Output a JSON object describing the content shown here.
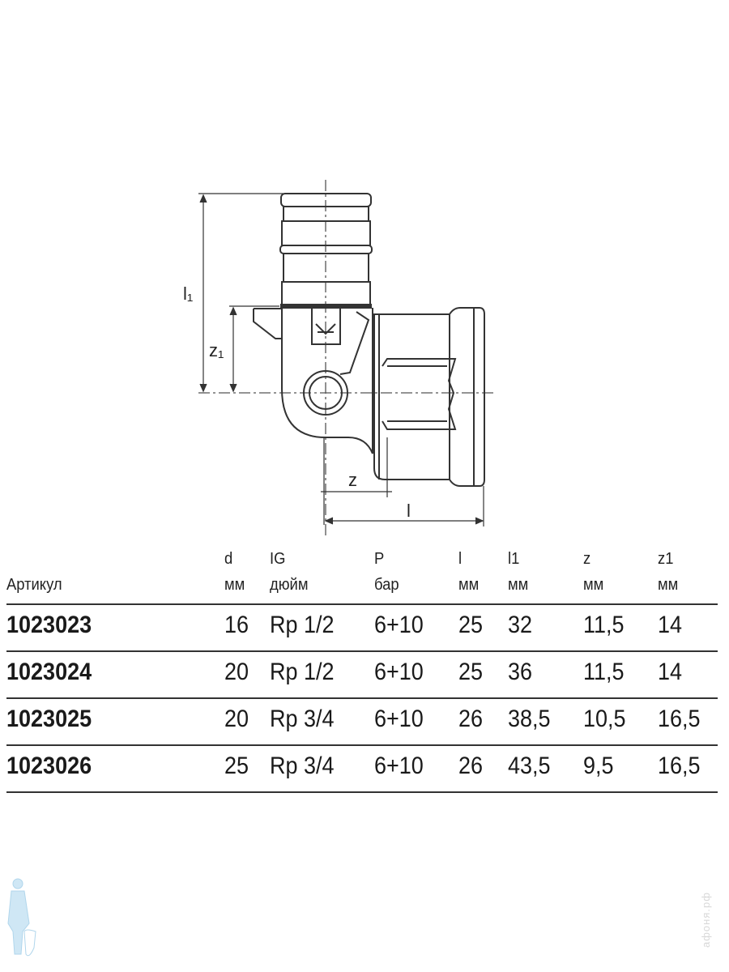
{
  "drawing": {
    "labels": {
      "l1": "l₁",
      "z1": "z₁",
      "z": "z",
      "l": "l"
    }
  },
  "table": {
    "headers": [
      {
        "top": "",
        "bottom": "Артикул"
      },
      {
        "top": "d",
        "bottom": "мм"
      },
      {
        "top": "IG",
        "bottom": "дюйм"
      },
      {
        "top": "P",
        "bottom": "бар"
      },
      {
        "top": "l",
        "bottom": "мм"
      },
      {
        "top": "l1",
        "bottom": "мм"
      },
      {
        "top": "z",
        "bottom": "мм"
      },
      {
        "top": "z1",
        "bottom": "мм"
      }
    ],
    "rows": [
      [
        "1023023",
        "16",
        "Rp 1/2",
        "6+10",
        "25",
        "32",
        "11,5",
        "14"
      ],
      [
        "1023024",
        "20",
        "Rp 1/2",
        "6+10",
        "25",
        "36",
        "11,5",
        "14"
      ],
      [
        "1023025",
        "20",
        "Rp 3/4",
        "6+10",
        "26",
        "38,5",
        "10,5",
        "16,5"
      ],
      [
        "1023026",
        "25",
        "Rp 3/4",
        "6+10",
        "26",
        "43,5",
        "9,5",
        "16,5"
      ]
    ]
  },
  "watermark": "афоня.рф",
  "colors": {
    "line": "#333333",
    "logo": "#bfe0f2"
  }
}
